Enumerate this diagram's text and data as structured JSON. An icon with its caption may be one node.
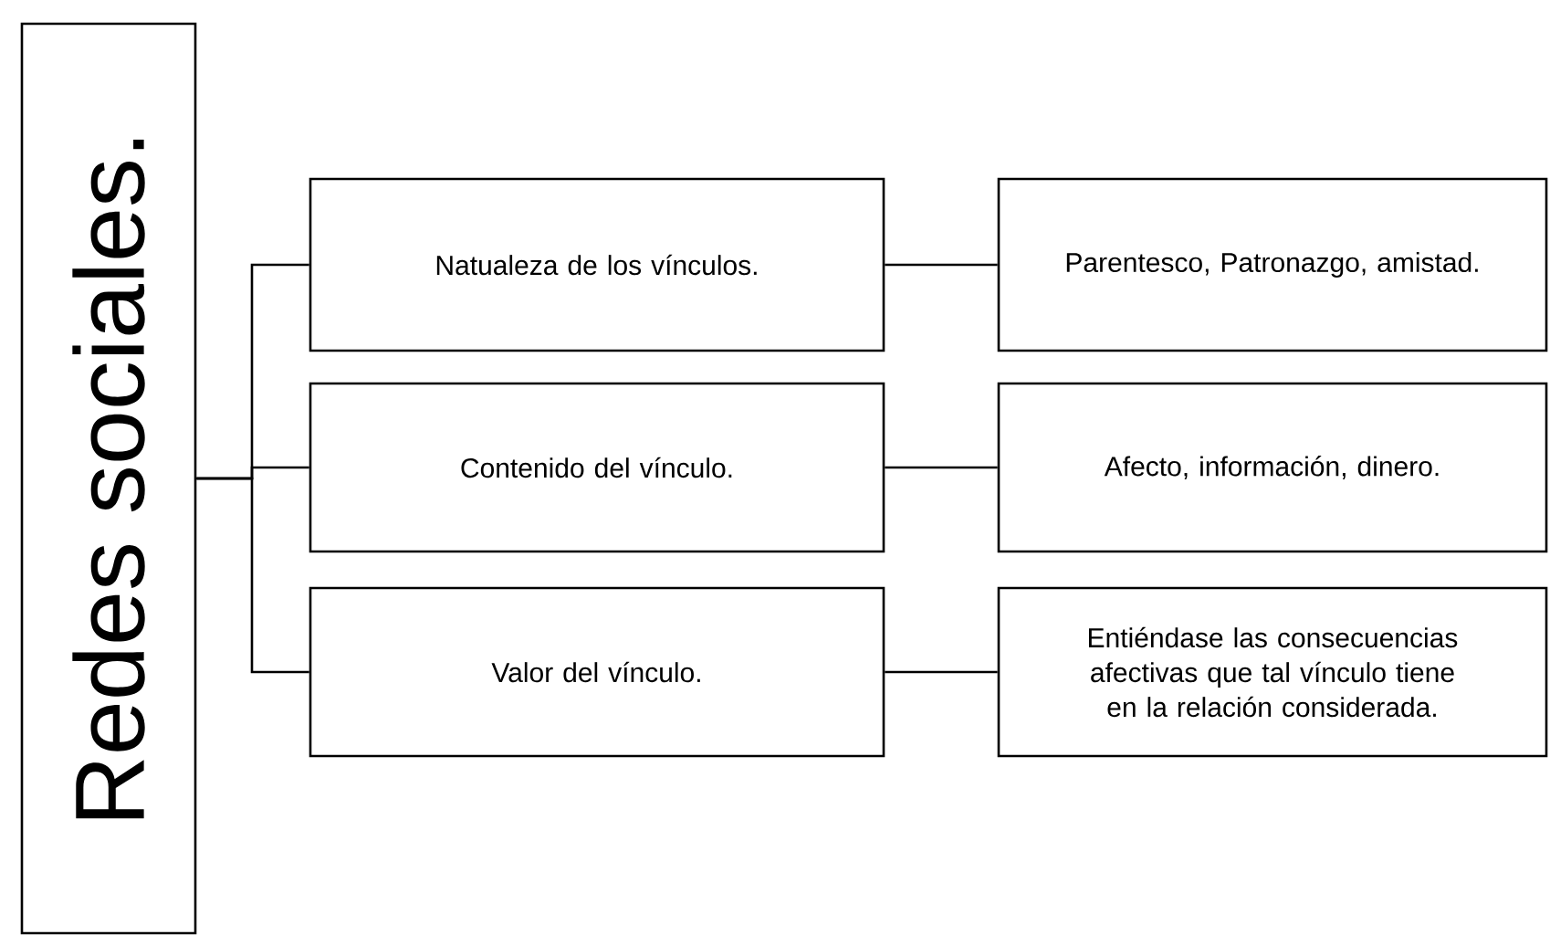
{
  "diagram": {
    "nodes": [
      {
        "text": [
          "Redes sociales."
        ]
      },
      {
        "text": [
          "Natualeza de los vínculos."
        ]
      },
      {
        "text": [
          "Contenido del vínculo."
        ]
      },
      {
        "text": [
          "Valor del vínculo."
        ]
      },
      {
        "text": [
          "Parentesco, Patronazgo, amistad."
        ]
      },
      {
        "text": [
          "Afecto, información, dinero."
        ]
      },
      {
        "text": [
          "Entiéndase las consecuencias afectivas que tal vínculo tiene en la relación considerada."
        ]
      }
    ],
    "edges": [
      {
        "from": 0,
        "to": 1,
        "arrow": "none"
      },
      {
        "from": 0,
        "to": 2,
        "arrow": "none"
      },
      {
        "from": 0,
        "to": 3,
        "arrow": "none"
      },
      {
        "from": 1,
        "to": 4,
        "arrow": "none"
      },
      {
        "from": 2,
        "to": 5,
        "arrow": "none"
      },
      {
        "from": 3,
        "to": 6,
        "arrow": "none"
      }
    ]
  }
}
